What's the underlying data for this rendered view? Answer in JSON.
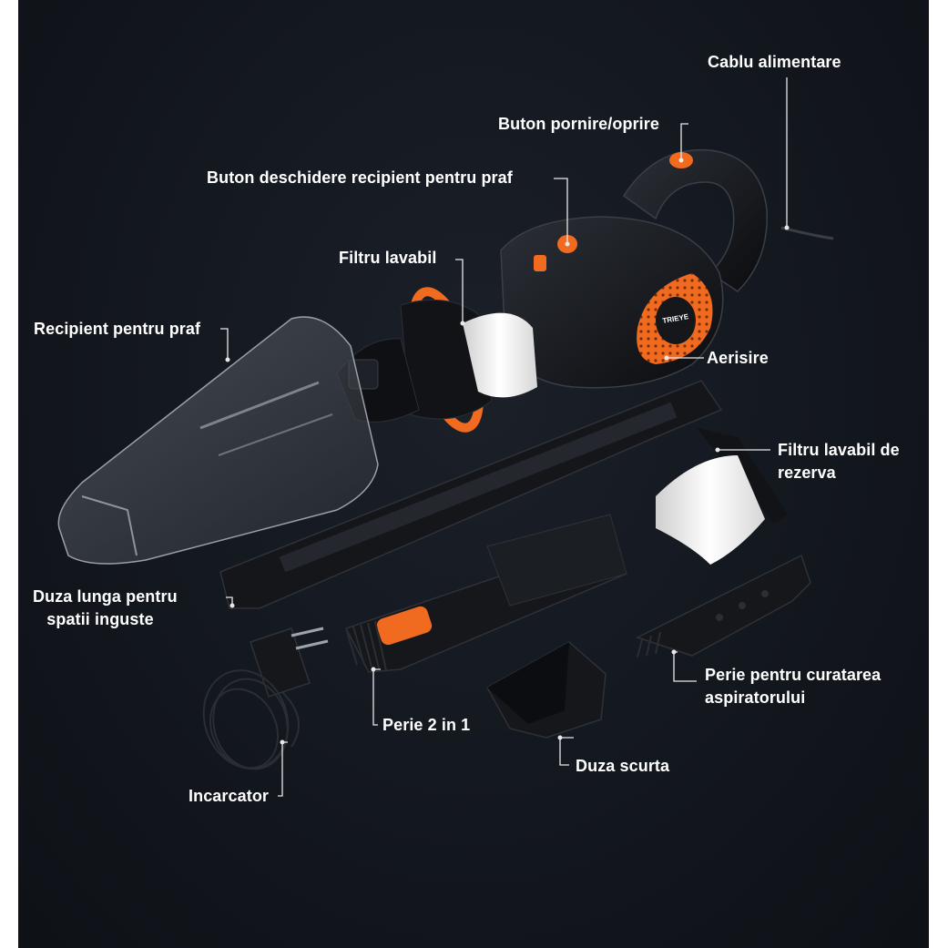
{
  "colors": {
    "background": "#13171e",
    "accent": "#f06a1f",
    "label_text": "#ffffff",
    "leader_line": "#e8e8e8"
  },
  "brand": "TRIEYE",
  "labels": {
    "power_cable": "Cablu alimentare",
    "power_button": "Buton pornire/oprire",
    "release_button": "Buton deschidere recipient pentru praf",
    "washable_filter": "Filtru lavabil",
    "dust_container": "Recipient pentru praf",
    "vent": "Aerisire",
    "spare_filter_line1": "Filtru lavabil de",
    "spare_filter_line2": "rezerva",
    "long_nozzle_line1": "Duza lunga pentru",
    "long_nozzle_line2": "spatii inguste",
    "brush_2in1": "Perie 2 in 1",
    "cleaning_brush_line1": "Perie pentru curatarea",
    "cleaning_brush_line2": "aspiratorului",
    "short_nozzle": "Duza scurta",
    "charger": "Incarcator"
  }
}
